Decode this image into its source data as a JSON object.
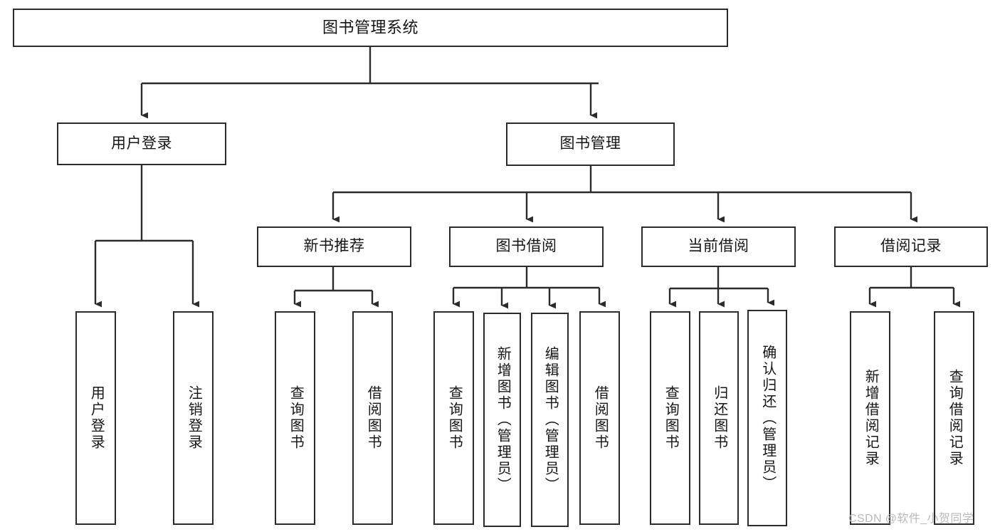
{
  "diagram": {
    "type": "tree",
    "title": "图书管理系统",
    "style": {
      "background": "#ffffff",
      "box_border": "#2b2b2b",
      "box_fill": "#ffffff",
      "text": "#161616",
      "connector": "#2b2b2b",
      "watermark": "#b9b9b9"
    },
    "root": {
      "label": "图书管理系统"
    },
    "level2": [
      {
        "label": "用户登录"
      },
      {
        "label": "图书管理"
      }
    ],
    "level3": [
      {
        "label": "新书推荐"
      },
      {
        "label": "图书借阅"
      },
      {
        "label": "当前借阅"
      },
      {
        "label": "借阅记录"
      }
    ],
    "leaves": {
      "user_login": [
        {
          "label": "用户登录"
        },
        {
          "label": "注销登录"
        }
      ],
      "new_book_recommend": [
        {
          "label": "查询图书"
        },
        {
          "label": "借阅图书"
        }
      ],
      "book_borrow": [
        {
          "label": "查询图书"
        },
        {
          "label": "新增图书（管理员）"
        },
        {
          "label": "编辑图书（管理员）"
        },
        {
          "label": "借阅图书"
        }
      ],
      "current_borrow": [
        {
          "label": "查询图书"
        },
        {
          "label": "归还图书"
        },
        {
          "label": "确认归还（管理员）"
        }
      ],
      "borrow_records": [
        {
          "label": "新增借阅记录"
        },
        {
          "label": "查询借阅记录"
        }
      ]
    }
  },
  "watermark": {
    "text": "CSDN @软件_小贺同学"
  }
}
